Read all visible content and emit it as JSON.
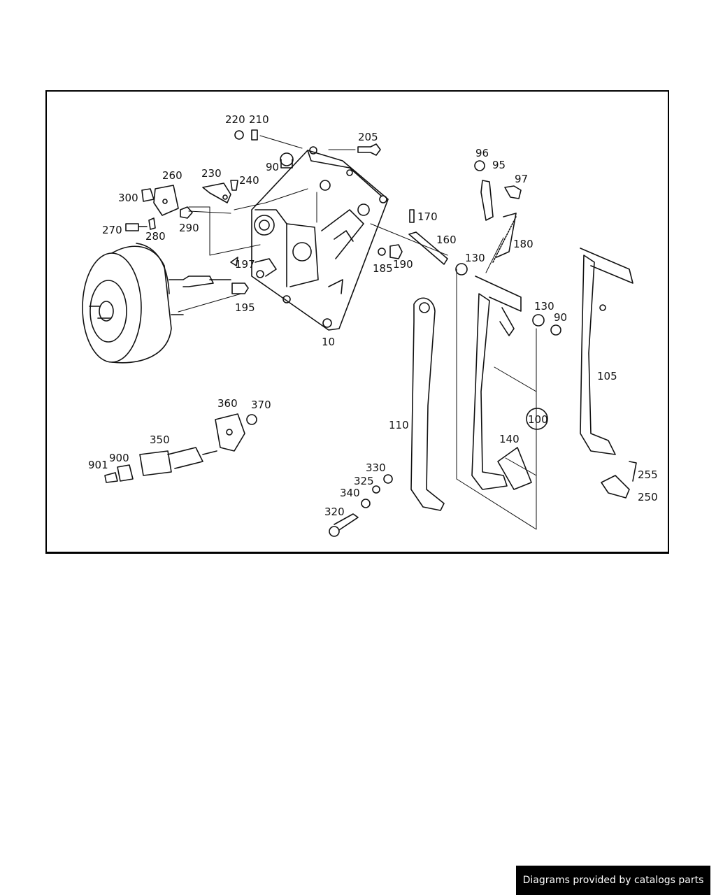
{
  "diagram": {
    "labels": {
      "l10": "10",
      "l90a": "90",
      "l90b": "90",
      "l95": "95",
      "l96": "96",
      "l97": "97",
      "l100": "100",
      "l105": "105",
      "l110": "110",
      "l130a": "130",
      "l130b": "130",
      "l140": "140",
      "l160": "160",
      "l170": "170",
      "l180": "180",
      "l185": "185",
      "l190": "190",
      "l195": "195",
      "l197": "197",
      "l205": "205",
      "l210": "210",
      "l220": "220",
      "l230": "230",
      "l240": "240",
      "l250": "250",
      "l255": "255",
      "l260": "260",
      "l270": "270",
      "l280": "280",
      "l290": "290",
      "l300": "300",
      "l320": "320",
      "l325": "325",
      "l330": "330",
      "l340": "340",
      "l350": "350",
      "l360": "360",
      "l370": "370",
      "l900": "900",
      "l901": "901"
    }
  },
  "footer": {
    "credit": "Diagrams provided by catalogs parts"
  }
}
